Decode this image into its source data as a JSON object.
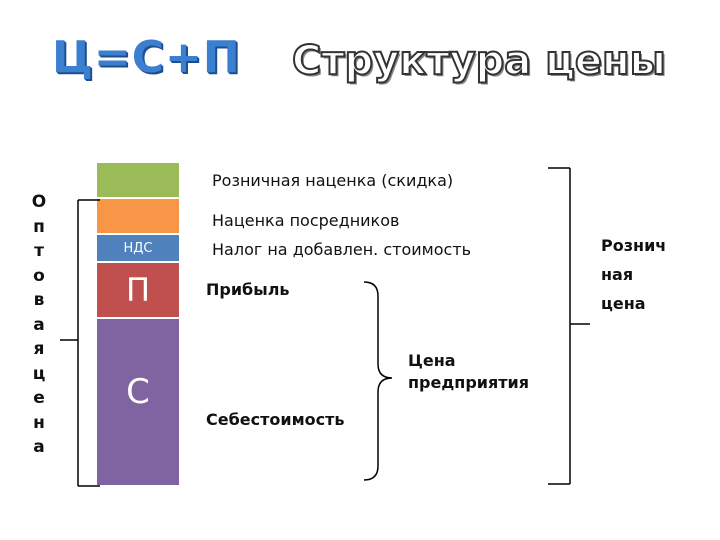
{
  "header": {
    "formula": "Ц=С+П",
    "title": "Структура цены"
  },
  "bar": {
    "segments": [
      {
        "id": "retail-markup",
        "color": "#9bbb59",
        "text": ""
      },
      {
        "id": "intermediary-markup",
        "color": "#f79646",
        "text": ""
      },
      {
        "id": "vat",
        "color": "#4f81bd",
        "text": "НДС"
      },
      {
        "id": "profit",
        "color": "#c0504d",
        "text": "П"
      },
      {
        "id": "cost",
        "color": "#8064a2",
        "text": "С"
      }
    ]
  },
  "labels": {
    "retail_markup": "Розничная наценка (скидка)",
    "intermediary_markup": "Наценка посредников",
    "vat": "Налог на добавлен. стоимость",
    "profit": "Прибыль",
    "cost": "Себестоимость",
    "enterprise_price_line1": "Цена",
    "enterprise_price_line2": "предприятия",
    "retail_price_line1": "Рознич",
    "retail_price_line2": "ная",
    "retail_price_line3": "цена",
    "wholesale_price_letters": [
      "О",
      "п",
      "т",
      "о",
      "в",
      "а",
      "я",
      "ц",
      "е",
      "н",
      "а"
    ]
  }
}
